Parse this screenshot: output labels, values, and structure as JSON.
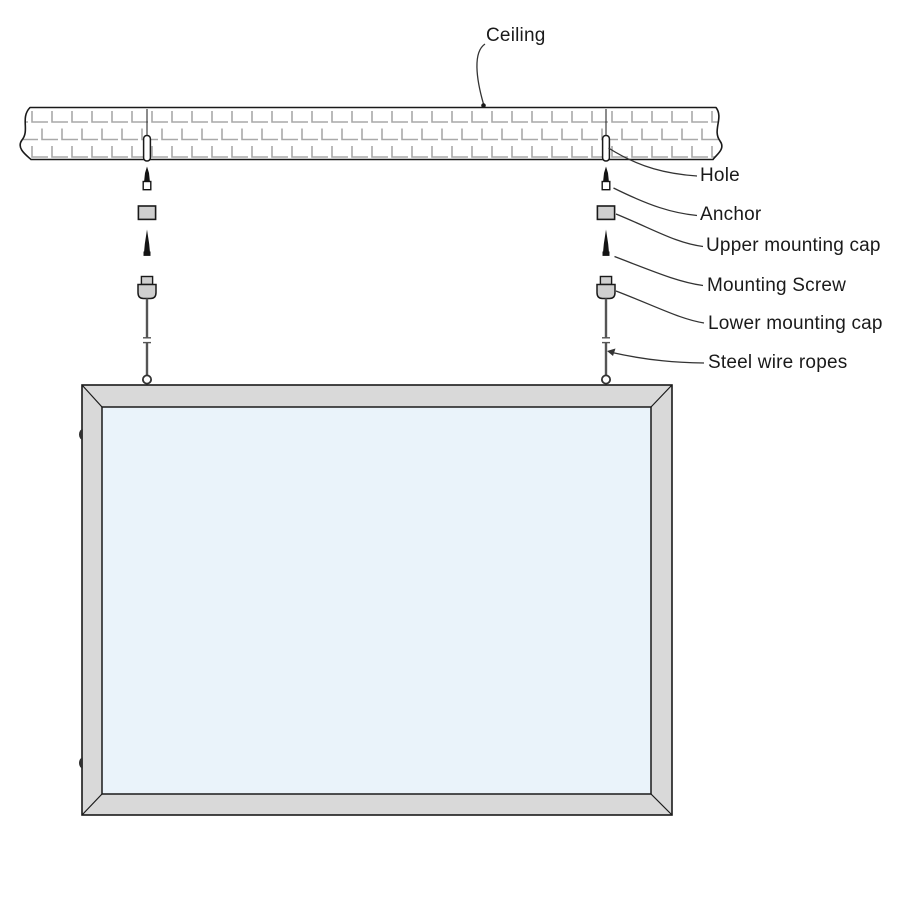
{
  "labels": {
    "ceiling": "Ceiling",
    "hole": "Hole",
    "anchor": "Anchor",
    "upper_mounting_cap": "Upper mounting cap",
    "mounting_screw": "Mounting Screw",
    "lower_mounting_cap": "Lower mounting cap",
    "steel_wire_ropes": "Steel wire ropes"
  },
  "colors": {
    "background": "#ffffff",
    "outline": "#1a1a1a",
    "hatch": "#a9a9a9",
    "frame_fill": "#d9d9d9",
    "panel_fill": "#eaf3fa",
    "hardware_fill": "#cfcfcf",
    "wire": "#555555",
    "leader": "#333333"
  }
}
